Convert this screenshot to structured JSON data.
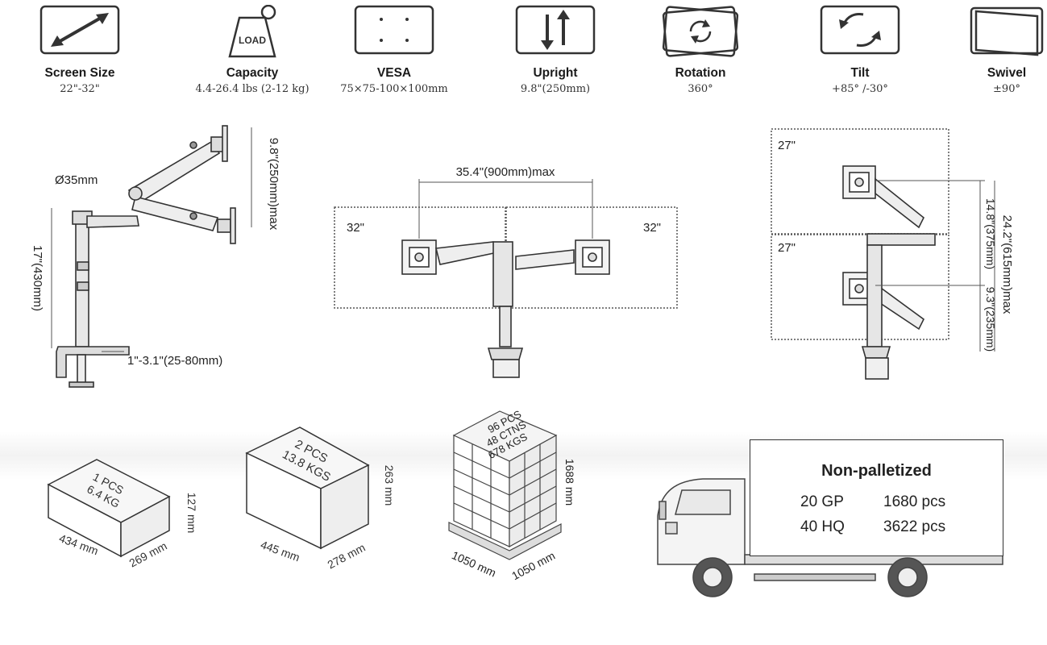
{
  "specs": [
    {
      "label": "Screen Size",
      "value": "22\"-32\"",
      "icon": "diagonal-arrow-icon"
    },
    {
      "label": "Capacity",
      "value": "4.4-26.4 lbs (2-12 kg)",
      "icon": "load-weight-icon",
      "icon_text": "LOAD"
    },
    {
      "label": "VESA",
      "value": "75×75-100×100mm",
      "icon": "vesa-holes-icon"
    },
    {
      "label": "Upright",
      "value": "9.8\"(250mm)",
      "icon": "up-down-arrows-icon"
    },
    {
      "label": "Rotation",
      "value": "360°",
      "icon": "rotation-icon"
    },
    {
      "label": "Tilt",
      "value": "+85° /-30°",
      "icon": "tilt-icon"
    },
    {
      "label": "Swivel",
      "value": "±90°",
      "icon": "swivel-icon"
    }
  ],
  "single_arm": {
    "pole_diameter": "Ø35mm",
    "pole_height": "17\"(430mm)",
    "upright_range": "9.8\"(250mm)max",
    "clamp_range": "1\"-3.1\"(25-80mm)"
  },
  "dual_arm": {
    "reach": "35.4\"(900mm)max",
    "left_screen": "32\"",
    "right_screen": "32\""
  },
  "stacked": {
    "top_screen": "27\"",
    "bottom_screen": "27\"",
    "total_height": "24.2\"(615mm)max",
    "upper_range": "14.8\"(375mm)",
    "lower_range": "9.3\"(235mm)"
  },
  "packages": [
    {
      "qty": "1 PCS",
      "weight": "6.4 KG",
      "length": "434 mm",
      "width": "269 mm",
      "height": "127 mm"
    },
    {
      "qty": "2 PCS",
      "weight": "13.8 KGS",
      "length": "445 mm",
      "width": "278 mm",
      "height": "263 mm"
    }
  ],
  "pallet": {
    "pcs": "96 PCS",
    "ctns": "48 CTNS",
    "weight": "678 KGS",
    "height": "1688 mm",
    "length": "1050 mm",
    "width": "1050 mm"
  },
  "shipping": {
    "title": "Non-palletized",
    "rows": [
      {
        "container": "20 GP",
        "qty": "1680 pcs"
      },
      {
        "container": "40 HQ",
        "qty": "3622 pcs"
      }
    ]
  }
}
